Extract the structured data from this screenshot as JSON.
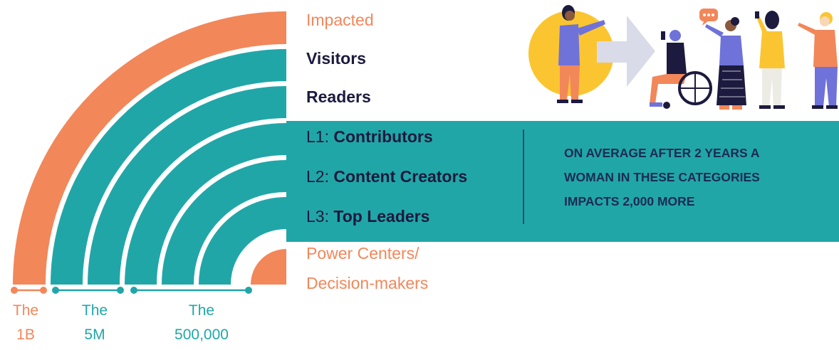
{
  "labels": {
    "impacted": "Impacted",
    "visitors": "Visitors",
    "readers": "Readers",
    "l1_prefix": "L1: ",
    "l1_name": "Contributors",
    "l2_prefix": "L2: ",
    "l2_name": "Content Creators",
    "l3_prefix": "L3: ",
    "l3_name": "Top Leaders",
    "power_line1": "Power Centers/",
    "power_line2": "Decision-makers"
  },
  "note": {
    "line1": "ON AVERAGE AFTER 2 YEARS A",
    "line2": "WOMAN IN THESE CATEGORIES",
    "line3": "IMPACTS 2,000 MORE"
  },
  "scale": {
    "b1_word": "The",
    "b1_value": "1B",
    "m5_word": "The",
    "m5_value": "5M",
    "k500_word": "The",
    "k500_value": "500,000"
  },
  "colors": {
    "orange": "#f2875a",
    "teal": "#21a6a8",
    "navy": "#1c1a3e",
    "yellow": "#fbc531",
    "purple": "#7b6fe0"
  },
  "illustration": {
    "icons": [
      "woman-pointing-icon",
      "arrow-right-icon",
      "wheelchair-user-icon",
      "speech-bubble-icon",
      "group-people-icon"
    ]
  }
}
